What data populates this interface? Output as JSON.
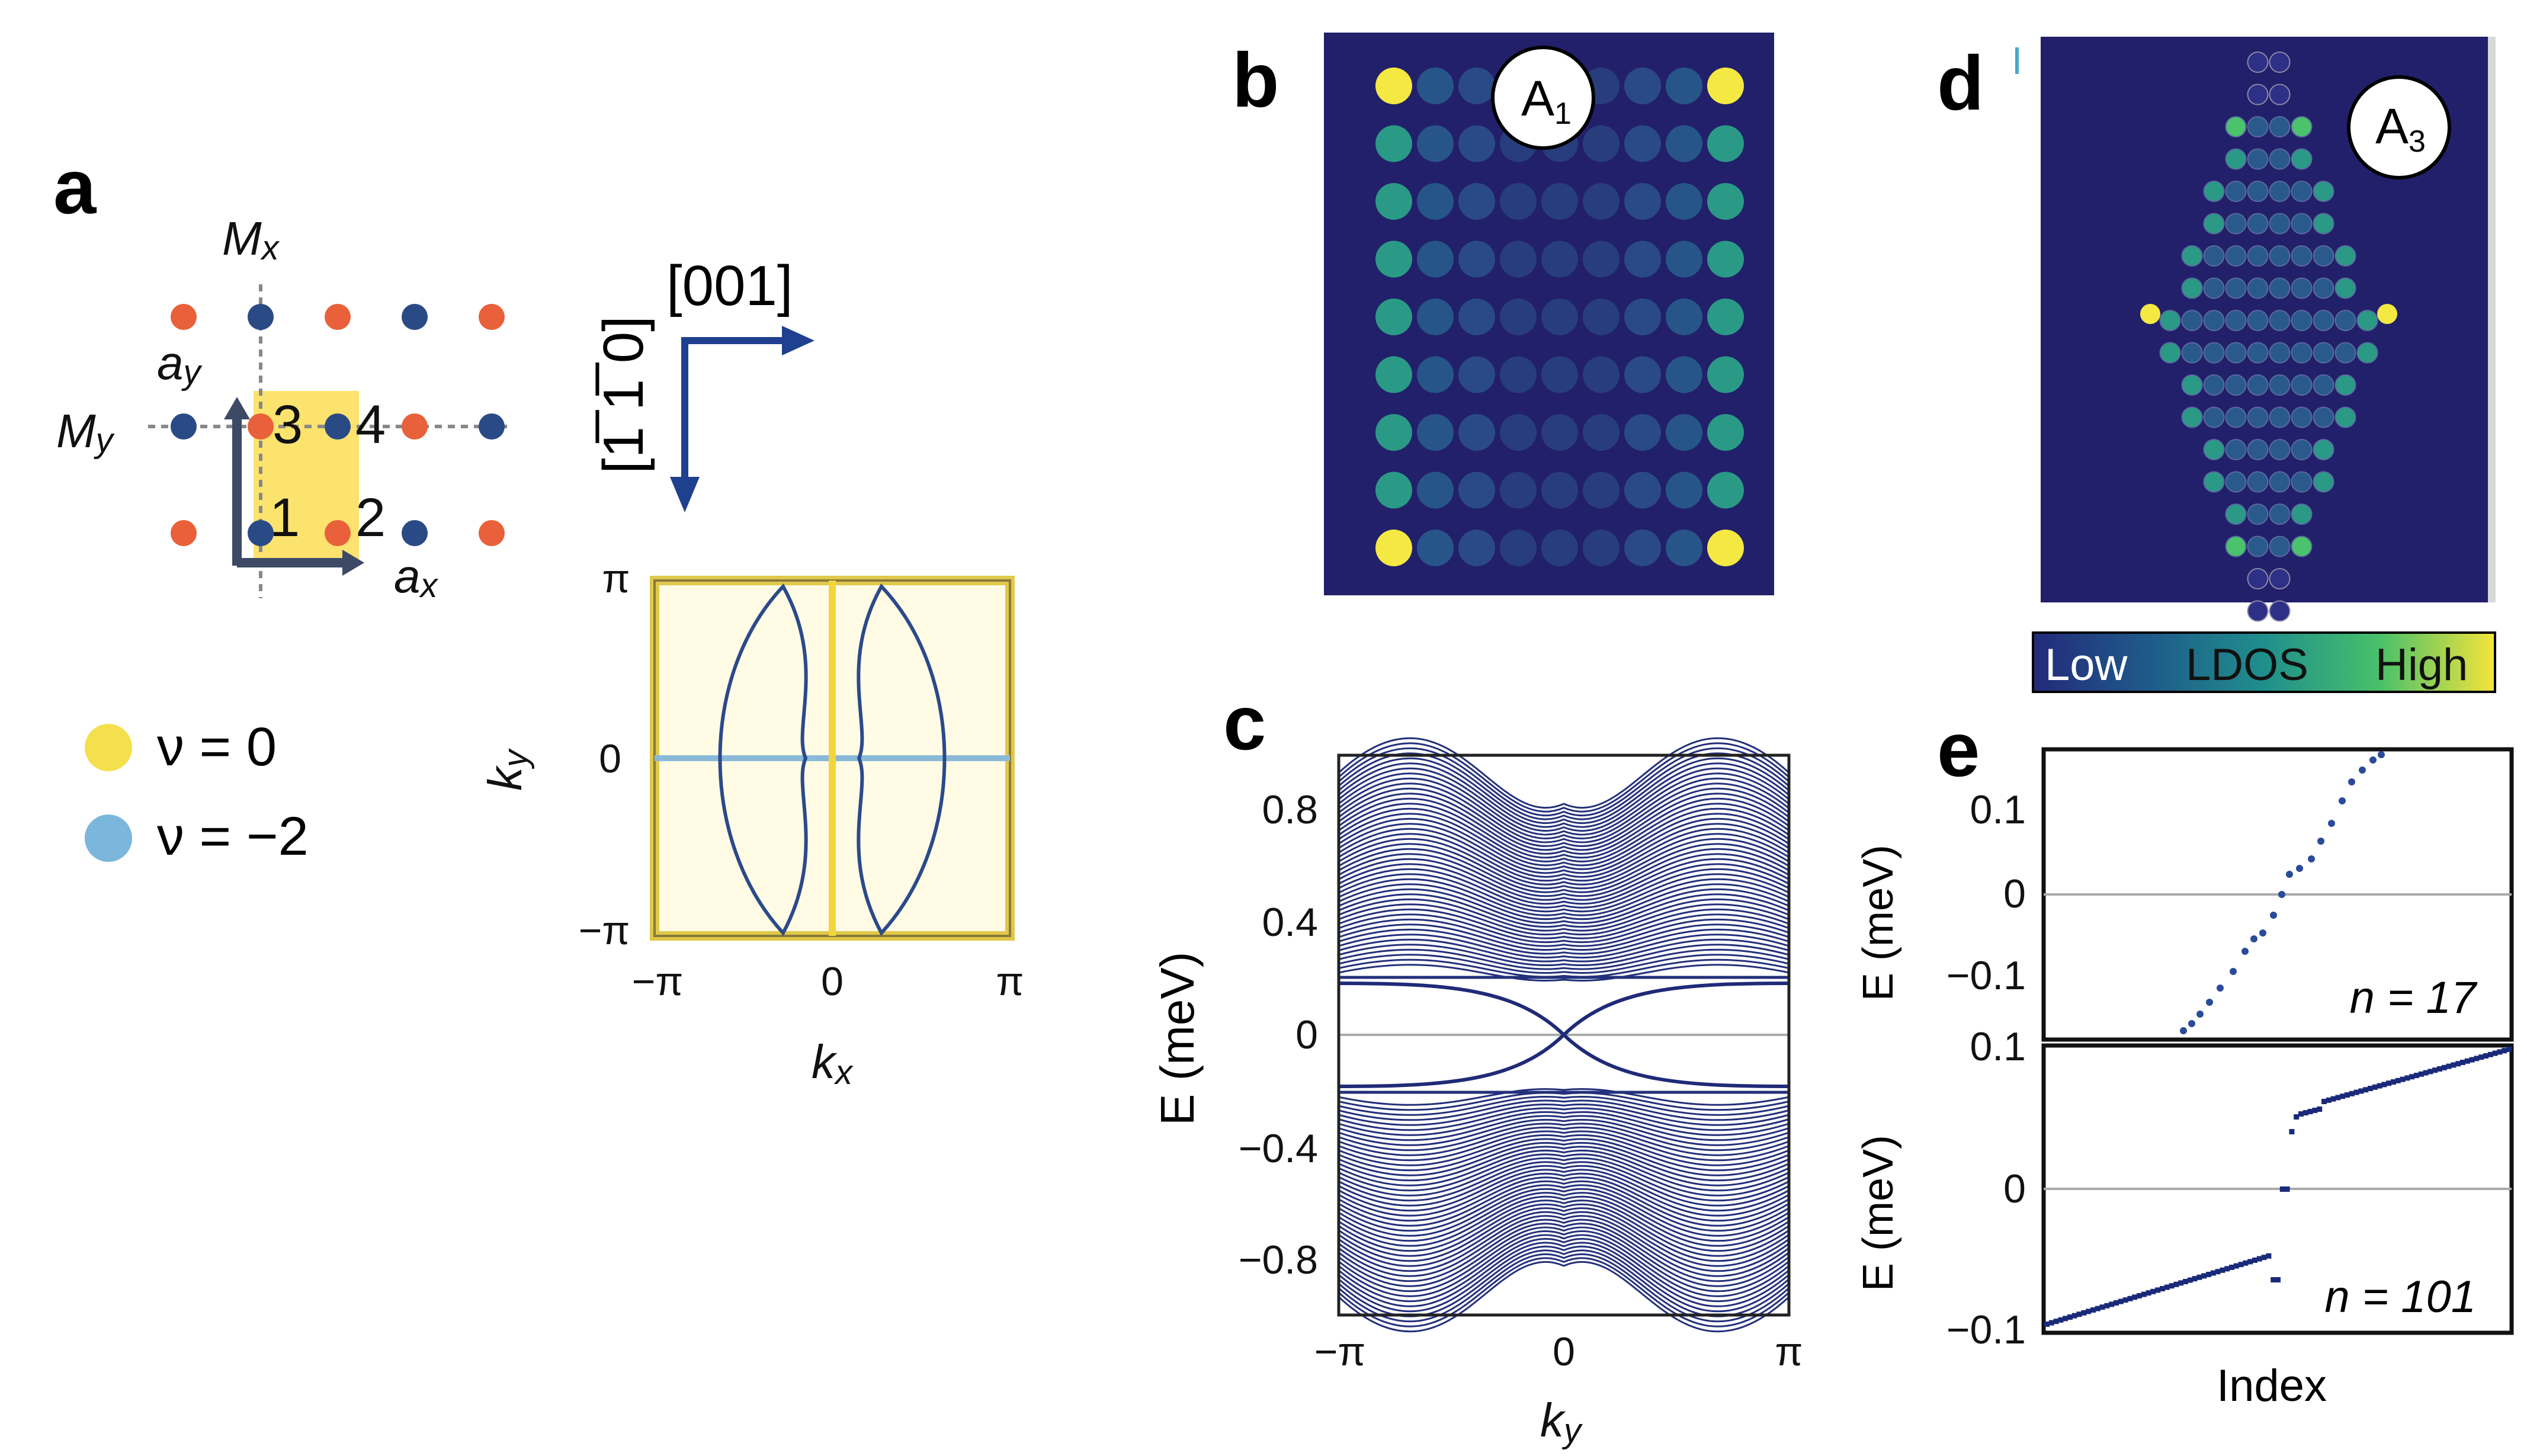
{
  "panels": {
    "a": {
      "label": "a",
      "mx": "M",
      "mx_sub": "x",
      "my": "M",
      "my_sub": "y",
      "ay": "a",
      "ay_sub": "y",
      "ax": "a",
      "ax_sub": "x",
      "sites": [
        "1",
        "2",
        "3",
        "4"
      ],
      "dir_h": "[001]",
      "dir_v": "[1̅ 1̅ 0]",
      "legend": [
        {
          "label": "ν = 0",
          "color": "#f4e04d"
        },
        {
          "label": "ν = −2",
          "color": "#7bb6dc"
        }
      ],
      "colors": {
        "orange": "#e8613a",
        "blue": "#2a4a86",
        "yellow_cell": "#fbe36e",
        "arrow": "#1f3f8f"
      }
    },
    "a_bz": {
      "xticks": [
        "−π",
        "0",
        "π"
      ],
      "yticks": [
        "π",
        "0",
        "−π"
      ],
      "xlabel": "k",
      "xlabel_sub": "x",
      "ylabel": "k",
      "ylabel_sub": "y"
    },
    "b": {
      "label": "b",
      "badge": "A",
      "badge_sub": "1"
    },
    "c": {
      "label": "c",
      "ylabel": "E (meV)",
      "yticks": [
        "0.8",
        "0.4",
        "0",
        "−0.4",
        "−0.8"
      ],
      "xticks": [
        "−π",
        "0",
        "π"
      ],
      "xlabel": "k",
      "xlabel_sub": "y"
    },
    "d": {
      "label": "d",
      "badge": "A",
      "badge_sub": "3",
      "colorbar": {
        "low": "Low",
        "mid": "LDOS",
        "high": "High"
      }
    },
    "e": {
      "label": "e",
      "top": {
        "yticks": [
          "0.1",
          "0",
          "−0.1"
        ],
        "ylabel": "E (meV)",
        "n_label": "n = 17"
      },
      "bottom": {
        "yticks": [
          "0.1",
          "0",
          "−0.1"
        ],
        "ylabel": "E (meV)",
        "n_label": "n = 101"
      },
      "xlabel": "Index"
    }
  },
  "colors": {
    "navy": "#1a1f6e",
    "band": "#23307a",
    "viridis_low": "#2a2f86",
    "viridis_mid": "#2a8f8a",
    "viridis_high": "#f2e33c"
  }
}
